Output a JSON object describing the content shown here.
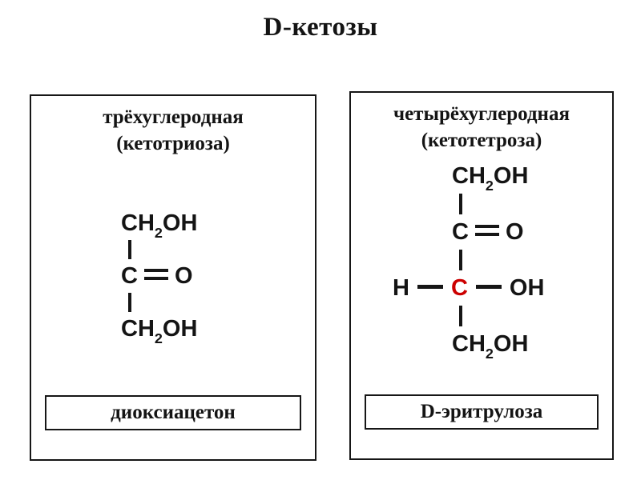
{
  "page": {
    "title": "D-кетозы"
  },
  "colors": {
    "red_carbon": "#cc0000",
    "ink": "#161616"
  },
  "left_panel": {
    "title_line1": "трёхуглеродная",
    "title_line2": "(кетотриоза)",
    "structure": {
      "row1": {
        "pre": "CH",
        "sub": "2",
        "post": "OH"
      },
      "row2": {
        "c": "C",
        "o": "O"
      },
      "row3": {
        "pre": "CH",
        "sub": "2",
        "post": "OH"
      }
    },
    "caption": "диоксиацетон"
  },
  "right_panel": {
    "title_line1": "четырёхуглеродная",
    "title_line2": "(кетотетроза)",
    "structure": {
      "row1": {
        "pre": "CH",
        "sub": "2",
        "post": "OH"
      },
      "row2": {
        "c": "C",
        "o": "O"
      },
      "row3": {
        "h": "H",
        "c": "C",
        "oh": "OH"
      },
      "row4": {
        "pre": "CH",
        "sub": "2",
        "post": "OH"
      }
    },
    "caption": "D-эритрулоза"
  }
}
